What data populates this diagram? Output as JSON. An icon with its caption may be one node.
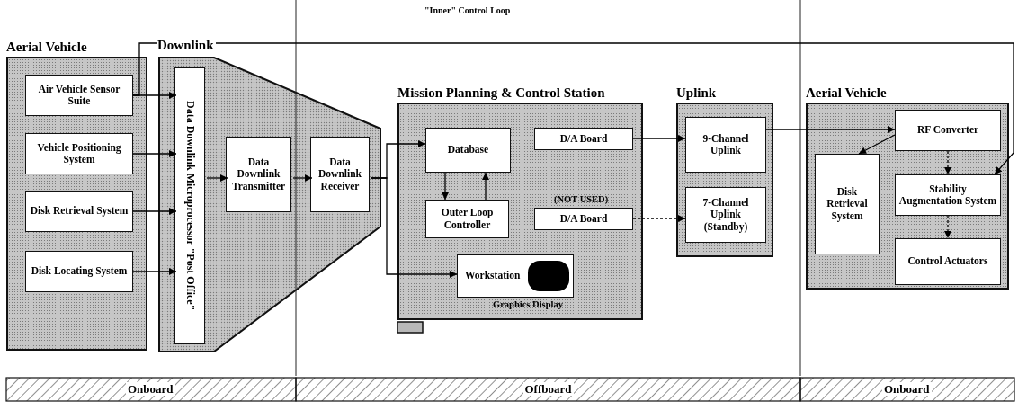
{
  "diagram": {
    "nodes": [
      {
        "text": [
          "Aerial Vehicle"
        ]
      },
      {
        "text": [
          "Air Vehicle Sensor Suite"
        ],
        "in": 0
      },
      {
        "text": [
          "Vehicle Positioning System"
        ],
        "in": 0
      },
      {
        "text": [
          "Disk Retrieval System"
        ],
        "in": 0
      },
      {
        "text": [
          "Disk Locating System"
        ],
        "in": 0
      },
      {
        "text": [
          "Downlink"
        ]
      },
      {
        "text": [
          "Data Downlink Microprocessor \"Post Office\""
        ],
        "in": 5
      },
      {
        "text": [
          "Data Downlink Transmitter"
        ],
        "in": 5
      },
      {
        "text": [
          "Data Downlink Receiver"
        ],
        "in": 5
      },
      {
        "text": [
          "Mission Planning & Control Station"
        ]
      },
      {
        "text": [
          "Database"
        ],
        "in": 9
      },
      {
        "text": [
          "Outer Loop Controller"
        ],
        "in": 9
      },
      {
        "text": [
          "D/A Board"
        ],
        "in": 9
      },
      {
        "text": [
          "D/A Board"
        ],
        "in": 9,
        "beside": [
          "(NOT USED)"
        ]
      },
      {
        "text": [
          "Workstation"
        ],
        "in": 9,
        "beside": [
          "Graphics Display"
        ]
      },
      {
        "text": [
          "Uplink"
        ]
      },
      {
        "text": [
          "9-Channel Uplink"
        ],
        "in": 15
      },
      {
        "text": [
          "7-Channel Uplink (Standby)"
        ],
        "in": 15
      },
      {
        "text": [
          "Aerial Vehicle"
        ]
      },
      {
        "text": [
          "RF Converter"
        ],
        "in": 18
      },
      {
        "text": [
          "Disk Retrieval System"
        ],
        "in": 18
      },
      {
        "text": [
          "Stability Augmentation System"
        ],
        "in": 18
      },
      {
        "text": [
          "Control Actuators"
        ],
        "in": 18
      }
    ],
    "edges": [
      {
        "from": 1,
        "to": 6,
        "arrow": "to"
      },
      {
        "from": 2,
        "to": 6,
        "arrow": "to"
      },
      {
        "from": 3,
        "to": 6,
        "arrow": "to"
      },
      {
        "from": 4,
        "to": 6,
        "arrow": "to"
      },
      {
        "from": 6,
        "to": 7,
        "arrow": "to"
      },
      {
        "from": 7,
        "to": 8,
        "arrow": "to"
      },
      {
        "from": 8,
        "to": 10,
        "arrow": "to"
      },
      {
        "from": 8,
        "to": 14,
        "arrow": "to"
      },
      {
        "from": 10,
        "to": 11,
        "arrow": "to"
      },
      {
        "from": 11,
        "to": 10,
        "arrow": "to"
      },
      {
        "from": 12,
        "to": 16,
        "arrow": "to"
      },
      {
        "from": 13,
        "to": 17,
        "arrow": "to",
        "style": "dashed"
      },
      {
        "from": 16,
        "to": 19,
        "arrow": "to"
      },
      {
        "from": 19,
        "to": 20,
        "arrow": "to"
      },
      {
        "from": 19,
        "to": 21,
        "arrow": "to",
        "style": "dashed"
      },
      {
        "from": 21,
        "to": 22,
        "arrow": "to",
        "style": "dashed"
      },
      {
        "from": 1,
        "to": 21,
        "arrow": "to",
        "label": "\"Inner\" Control Loop"
      }
    ],
    "labels": [
      "Onboard",
      "Offboard",
      "Onboard"
    ]
  }
}
